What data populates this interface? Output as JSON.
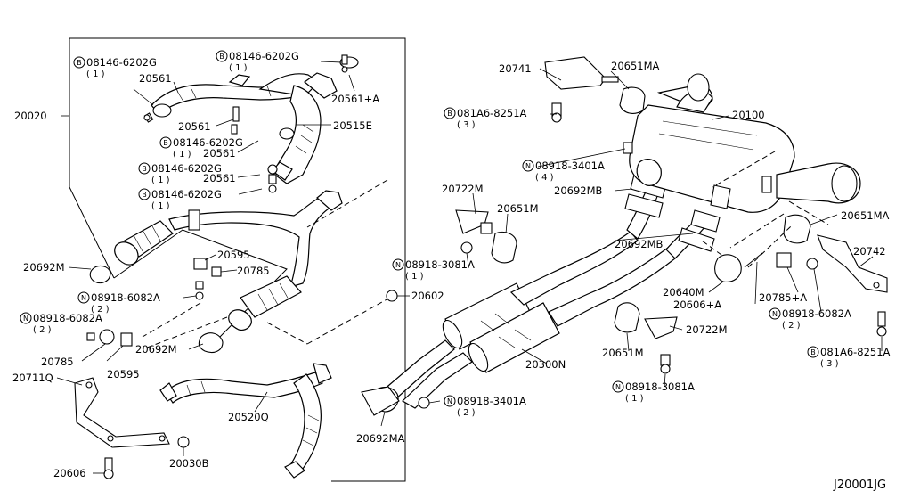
{
  "diagram_code": "J20001JG",
  "labels": {
    "l20020": "20020",
    "l20561a": "20561",
    "l20561b": "20561",
    "l20561c": "20561",
    "l20561d": "20561",
    "l20561p": "20561+A",
    "l20515e": "20515E",
    "l20692m_a": "20692M",
    "l20692m_b": "20692M",
    "l20595_a": "20595",
    "l20595_b": "20595",
    "l20785_a": "20785",
    "l20785_b": "20785",
    "l20785p": "20785+A",
    "l20711q": "20711Q",
    "l20606": "20606",
    "l20606p": "20606+A",
    "l20030b": "20030B",
    "l20520q": "20520Q",
    "l20602": "20602",
    "l20741": "20741",
    "l20651ma_a": "20651MA",
    "l20651ma_b": "20651MA",
    "l20100": "20100",
    "l20722m_a": "20722M",
    "l20722m_b": "20722M",
    "l20651m_a": "20651M",
    "l20651m_b": "20651M",
    "l20692mb_a": "20692MB",
    "l20692mb_b": "20692MB",
    "l20640m": "20640M",
    "l20742": "20742",
    "l20300n": "20300N",
    "l20692ma": "20692MA"
  },
  "callouts": {
    "b1": {
      "symbol": "B",
      "part": "08146-6202G",
      "qty": "( 1 )"
    },
    "b2": {
      "symbol": "B",
      "part": "08146-6202G",
      "qty": "( 1 )"
    },
    "b3": {
      "symbol": "B",
      "part": "08146-6202G",
      "qty": "( 1 )"
    },
    "b4": {
      "symbol": "B",
      "part": "08146-6202G",
      "qty": "( 1 )"
    },
    "b5": {
      "symbol": "B",
      "part": "08146-6202G",
      "qty": "( 1 )"
    },
    "n1": {
      "symbol": "N",
      "part": "08918-6082A",
      "qty": "( 2 )"
    },
    "n2": {
      "symbol": "N",
      "part": "08918-6082A",
      "qty": "( 2 )"
    },
    "b6": {
      "symbol": "B",
      "part": "081A6-8251A",
      "qty": "( 3 )"
    },
    "n3": {
      "symbol": "N",
      "part": "08918-3401A",
      "qty": "( 4 )"
    },
    "n4": {
      "symbol": "N",
      "part": "08918-3081A",
      "qty": "( 1 )"
    },
    "n5": {
      "symbol": "N",
      "part": "08918-6082A",
      "qty": "( 2 )"
    },
    "b7": {
      "symbol": "B",
      "part": "081A6-8251A",
      "qty": "( 3 )"
    },
    "n6": {
      "symbol": "N",
      "part": "08918-3081A",
      "qty": "( 1 )"
    },
    "n7": {
      "symbol": "N",
      "part": "08918-3401A",
      "qty": "( 2 )"
    }
  }
}
